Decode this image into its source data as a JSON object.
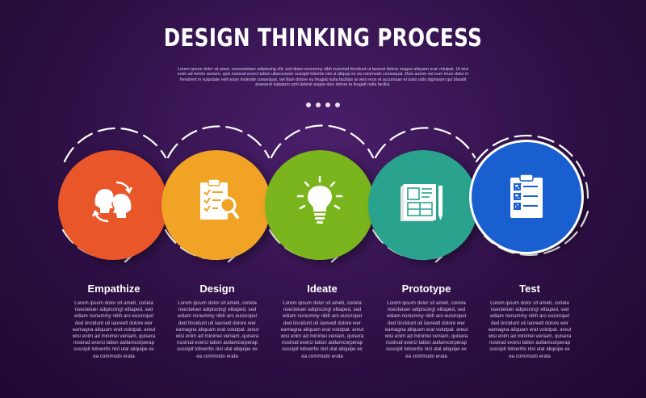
{
  "title": "DESIGN THINKING PROCESS",
  "subtitle": "Lorem ipsum dolor sit amet, consectetuer adipiscing elit, sed diam nonummy nibh euismod tincidunt ut laoreet dolore magna aliquam erat volutpat. Ut wisi enim ad minim veniam, quis nostrud exerci tation ullamcorper suscipit lobortis nisl ut aliquip ex ea commodo consequat. Duis autem vel eum iriure dolor in hendrerit in vulputate velit esse molestie consequat, vel illum dolore eu feugiat nulla facilisis at vero eros et accumsan et iusto odio dignissim qui blandit praesent luptatum zzril delenit augue duis dolore te feugait nulla facilisi.",
  "stages": [
    {
      "label": "Empathize",
      "icon": "two-heads-cycle-icon",
      "color": "#e8562a",
      "description": "Lorem ipsum dolor sit ameti, coriela nsectetuer adipiscing! elitaped, sed ediam nonummy nibh aro euisnopel ded tincidunt uti laoreetl dolore wer eamagna aliquam erat volutpat. areut wisi enim ad minimei veniam, quisera nostrud exerci tation aullamcorperap suscipit loboertis nisl utal aliquipe ex ea commodo erata"
    },
    {
      "label": "Design",
      "icon": "clipboard-search-icon",
      "color": "#f0a325",
      "description": "Lorem ipsum dolor sit ameti, coriela nsectetuer adipiscing! elitaped, sed ediam nonummy nibh aro euisnopel ded tincidunt uti laoreetl dolore wer eamagna aliquam erat volutpat. areut wisi enim ad minimei veniam, quisera nostrud exerci tation aullamcorperap suscipit loboertis nisl utal aliquipe ex ea commodo erata"
    },
    {
      "label": "Ideate",
      "icon": "lightbulb-icon",
      "color": "#7ab51d",
      "description": "Lorem ipsum dolor sit ameti, coriela nsectetuer adipiscing! elitaped, sed ediam nonummy nibh aro euisnopel ded tincidunt uti laoreetl dolore wer eamagna aliquam erat volutpat. areut wisi enim ad minimei veniam, quisera nostrud exerci tation aullamcorperap suscipit loboertis nisl utal aliquipe ex ea commodo erata"
    },
    {
      "label": "Prototype",
      "icon": "blueprint-pencil-icon",
      "color": "#2aa38e",
      "description": "Lorem ipsum dolor sit ameti, coriela nsectetuer adipiscing! elitaped, sed ediam nonummy nibh aro euisnopel ded tincidunt uti laoreetl dolore wer eamagna aliquam erat volutpat. areut wisi enim ad minimei veniam, quisera nostrud exerci tation aullamcorperap suscipit loboertis nisl utal aliquipe ex ea commodo erata"
    },
    {
      "label": "Test",
      "icon": "checklist-clipboard-icon",
      "color": "#1a5fd0",
      "description": "Lorem ipsum dolor sit ameti, coriela nsectetuer adipiscing! elitaped, sed ediam nonummy nibh aro euisnopel ded tincidunt uti laoreetl dolore wer eamagna aliquam erat volutpat. areut wisi enim ad minimei veniam, quisera nostrud exerci tation aullamcorperap suscipit loboertis nisl utal aliquipe ex ea commodo erata"
    }
  ]
}
